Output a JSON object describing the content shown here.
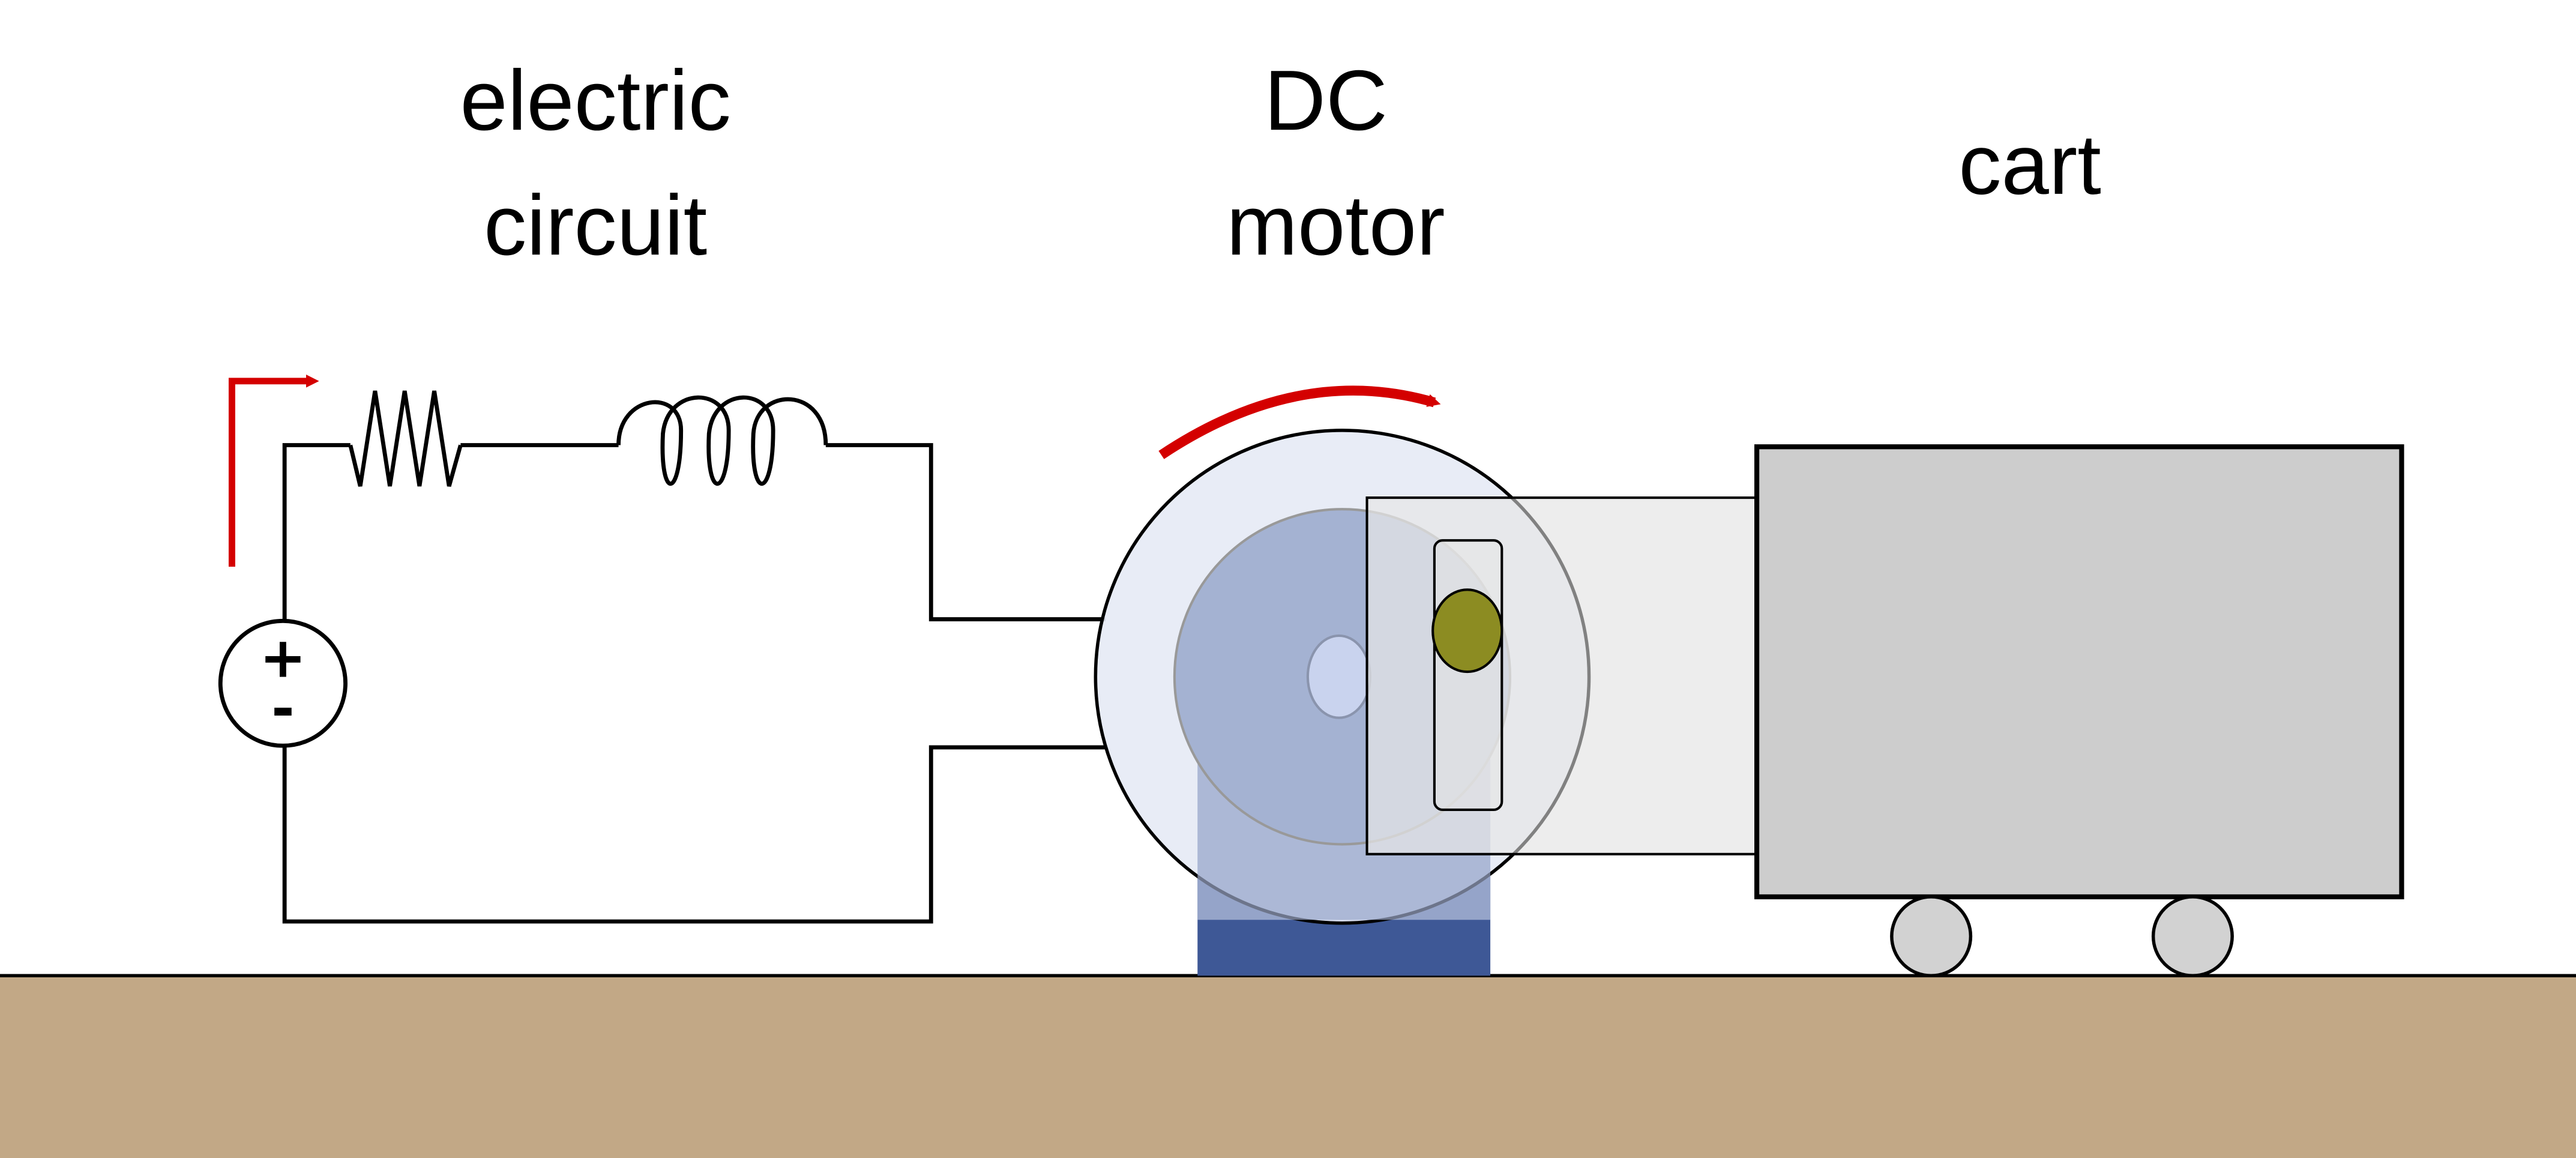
{
  "labels": {
    "circuit": [
      "electric",
      "circuit"
    ],
    "motor": [
      "DC",
      "motor"
    ],
    "cart": "cart"
  },
  "source": {
    "plus": "+",
    "minus": "-"
  },
  "colors": {
    "ground": "#c2a886",
    "wire": "#000000",
    "arrow": "#d40000",
    "motor_base": "#3e5896",
    "motor_outer_disc": "#e6eaf5",
    "motor_inner_disc": "#a4b2d2",
    "motor_hub": "#c9d3ee",
    "crank_pin": "#8c8c22",
    "linkage": "#e6e6e6",
    "cart_body": "#cdcdcd",
    "wheel": "#d2d2d2"
  }
}
